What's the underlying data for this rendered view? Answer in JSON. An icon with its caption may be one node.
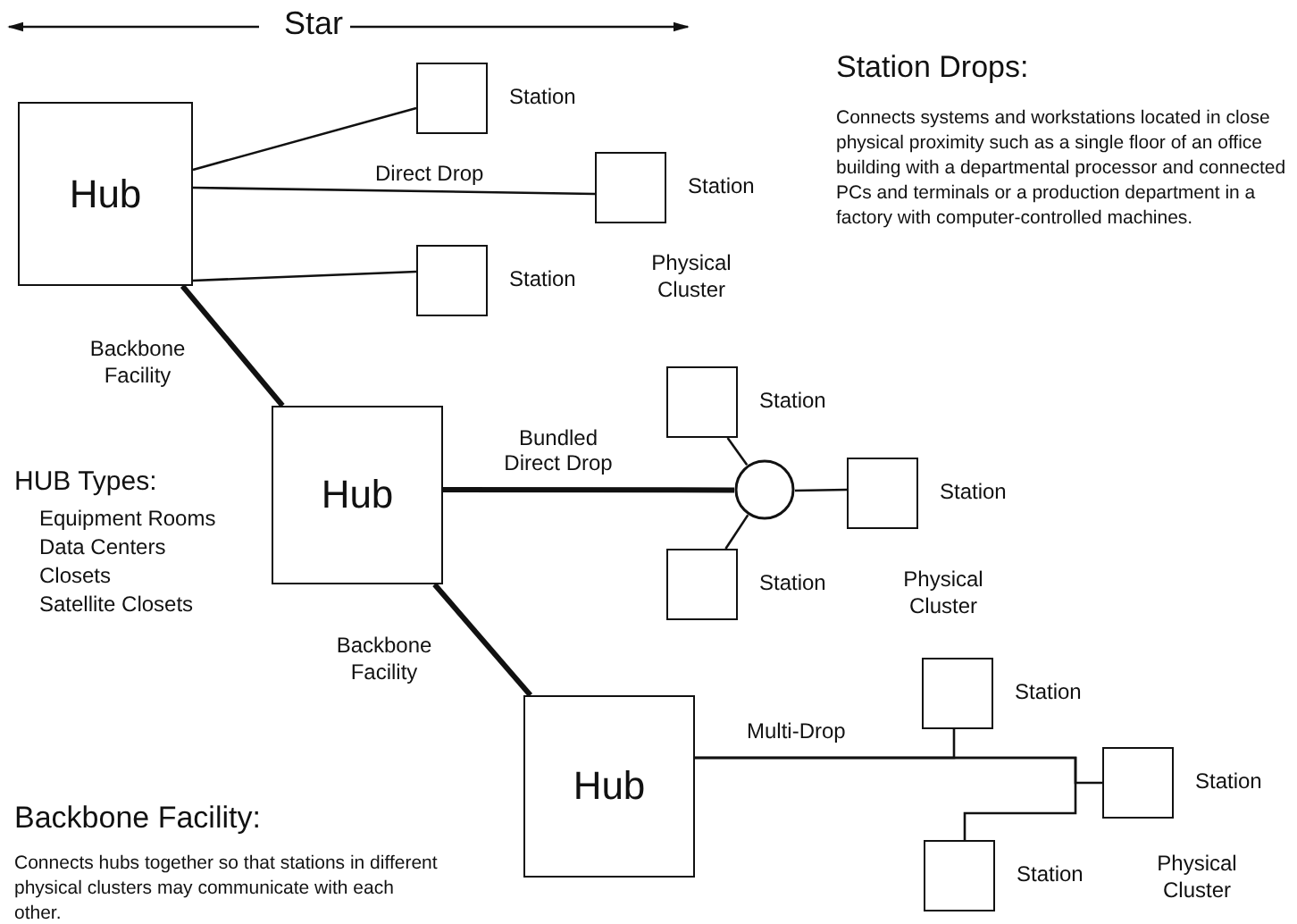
{
  "diagram": {
    "nodes": [
      {
        "text": [
          "Hub"
        ]
      },
      {
        "text": [],
        "shape": "box",
        "beside": [
          "Station"
        ]
      },
      {
        "text": [],
        "shape": "box",
        "beside": [
          "Station"
        ]
      },
      {
        "text": [],
        "shape": "box",
        "beside": [
          "Station"
        ]
      },
      {
        "text": [
          "Hub"
        ]
      },
      {
        "text": [],
        "shape": "box",
        "beside": [
          "Station"
        ]
      },
      {
        "text": [],
        "shape": "circle"
      },
      {
        "text": [],
        "shape": "box",
        "beside": [
          "Station"
        ]
      },
      {
        "text": [],
        "shape": "box",
        "beside": [
          "Station"
        ]
      },
      {
        "text": [
          "Hub"
        ]
      },
      {
        "text": [],
        "shape": "box",
        "beside": [
          "Station"
        ]
      },
      {
        "text": [],
        "shape": "box",
        "beside": [
          "Station"
        ]
      },
      {
        "text": [],
        "shape": "box",
        "beside": [
          "Station"
        ]
      }
    ],
    "edges": [
      {
        "from": 0,
        "to": 1,
        "arrow": "none"
      },
      {
        "from": 0,
        "to": 2,
        "arrow": "none",
        "label": "Direct Drop"
      },
      {
        "from": 0,
        "to": 3,
        "arrow": "none"
      },
      {
        "from": 0,
        "to": 4,
        "arrow": "none",
        "style": "thick"
      },
      {
        "from": 4,
        "to": 6,
        "arrow": "none",
        "label": "Bundled Direct Drop",
        "style": "thick"
      },
      {
        "from": 5,
        "to": 6,
        "arrow": "none"
      },
      {
        "from": 6,
        "to": 7,
        "arrow": "none"
      },
      {
        "from": 8,
        "to": 6,
        "arrow": "none"
      },
      {
        "from": 4,
        "to": 9,
        "arrow": "none",
        "style": "thick"
      },
      {
        "from": 9,
        "to": 10,
        "arrow": "none",
        "label": "Multi-Drop"
      },
      {
        "from": 9,
        "to": 11,
        "arrow": "none"
      },
      {
        "from": 9,
        "to": 12,
        "arrow": "none"
      }
    ],
    "labels": [
      "Star",
      "Station Drops:",
      "Connects systems and workstations located in close physical proximity such as a single floor of an office building with a departmental processor and connected PCs and terminals or a production department in a factory with computer-controlled machines.",
      "Physical Cluster",
      "Backbone Facility",
      "HUB Types:",
      "Equipment Rooms",
      "Data Centers",
      "Closets",
      "Satellite Closets",
      "Physical Cluster",
      "Backbone Facility",
      "Backbone Facility:",
      "Connects hubs together so that stations in different physical clusters may communicate with each other.",
      "Physical Cluster"
    ]
  }
}
